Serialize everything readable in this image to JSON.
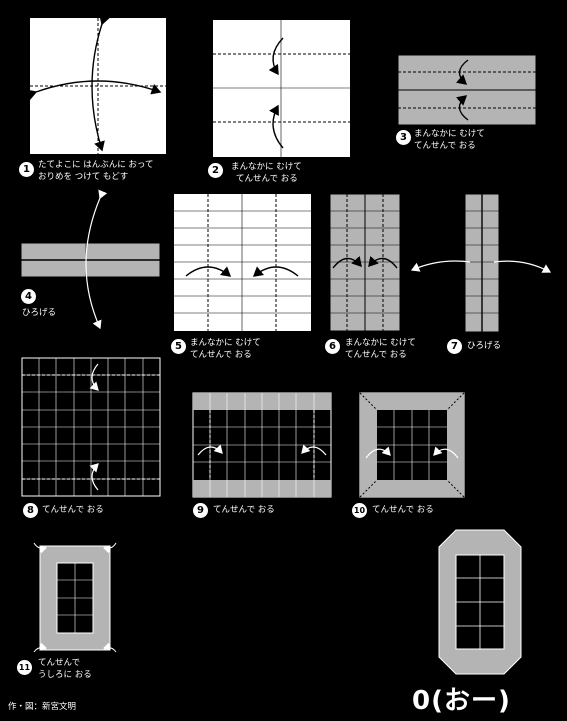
{
  "steps": [
    {
      "num": "1",
      "line1": "たてよこに はんぶんに おって",
      "line2": "おりめを つけて もどす"
    },
    {
      "num": "2",
      "line1": "まんなかに むけて",
      "line2": "てんせんで おる"
    },
    {
      "num": "3",
      "line1": "まんなかに むけて",
      "line2": "てんせんで おる"
    },
    {
      "num": "4",
      "line1": "ひろげる"
    },
    {
      "num": "5",
      "line1": "まんなかに むけて",
      "line2": "てんせんで おる"
    },
    {
      "num": "6",
      "line1": "まんなかに むけて",
      "line2": "てんせんで おる"
    },
    {
      "num": "7",
      "line1": "ひろげる"
    },
    {
      "num": "8",
      "line1": "てんせんで おる"
    },
    {
      "num": "9",
      "line1": "てんせんで おる"
    },
    {
      "num": "10",
      "line1": "てんせんで おる"
    },
    {
      "num": "11",
      "line1": "てんせんで",
      "line2": "うしろに おる"
    }
  ],
  "result_title": "0(おー)",
  "credit": "作・図：新宮文明",
  "colors": {
    "background": "#000000",
    "paper_white": "#ffffff",
    "paper_gray": "#b4b4b4",
    "line": "#000000"
  }
}
